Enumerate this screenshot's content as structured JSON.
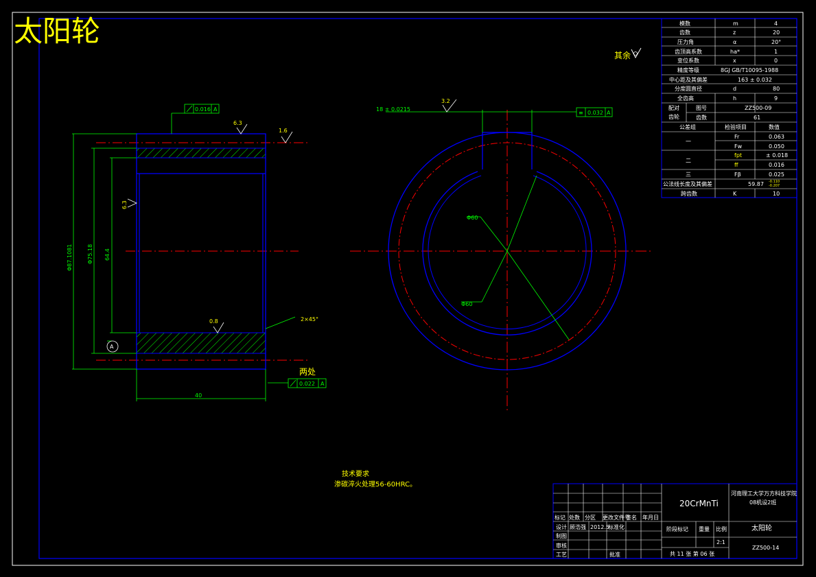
{
  "drawing_title": "太阳轮",
  "other_surfaces": "其余",
  "params": [
    [
      "模数",
      "m",
      "4"
    ],
    [
      "齿数",
      "z",
      "20"
    ],
    [
      "压力角",
      "α",
      "20°"
    ],
    [
      "齿顶高系数",
      "ha*",
      "1"
    ],
    [
      "变位系数",
      "x",
      "0"
    ],
    [
      "精度等级",
      "8GJ GB/T10095-1988",
      ""
    ],
    [
      "中心距及其偏差",
      "",
      "163 ± 0.032"
    ],
    [
      "分度圆直径",
      "d",
      "80"
    ],
    [
      "全齿高",
      "h",
      "9"
    ]
  ],
  "mating": {
    "label1": "配对",
    "label2": "齿轮",
    "fig_label": "图号",
    "fig_value": "ZZ500-09",
    "teeth_label": "齿数",
    "teeth_value": "61"
  },
  "tolerance_head": [
    "公差组",
    "检验项目",
    "数值"
  ],
  "tolerances": [
    [
      "一",
      "Fr",
      "0.063"
    ],
    [
      "",
      "Fw",
      "0.050"
    ],
    [
      "二",
      "fpt",
      "± 0.018"
    ],
    [
      "",
      "ff",
      "0.016"
    ],
    [
      "三",
      "Fβ",
      "0.025"
    ]
  ],
  "common_normal": {
    "label": "公法线长度及其偏差",
    "value": "59.87",
    "dev_up": "-0.110",
    "dev_low": "-0.207"
  },
  "span_teeth": {
    "label": "跨齿数",
    "sym": "K",
    "value": "10"
  },
  "side_view": {
    "gdt_top": "0.016",
    "gdt_top_datum": "A",
    "gdt_bottom": "0.022",
    "gdt_bottom_datum": "A",
    "rough_top": "6.3",
    "rough_right": "1.6",
    "rough_left": "6.3",
    "rough_bore": "0.8",
    "chamfer": "2×45°",
    "two_places": "两处",
    "dim_od": "Φ87.1081",
    "dim_root": "Φ75.18",
    "dim_bore": "64.4",
    "dim_width": "40",
    "datum": "A"
  },
  "front_view": {
    "keyway": "18 ± 0.0215",
    "keyway_rough": "3.2",
    "keyway_gdt_sym": "≡",
    "keyway_gdt": "0.032",
    "keyway_gdt_datum": "A",
    "dim_bore": "Φ60",
    "dim_small": "Φ60"
  },
  "tech_req_title": "技术要求",
  "tech_req_body": "渗碳淬火处理56-60HRC。",
  "title_block": {
    "material": "20CrMnTi",
    "school": "河南理工大学万方科技学院",
    "class_name": "08机设2班",
    "part_name": "太阳轮",
    "drawing_no": "ZZ500-14",
    "scale": "2:1",
    "sheets": "共 11 张  第 06 张",
    "row_labels": [
      "标记",
      "处数",
      "分区",
      "更改文件号",
      "签名",
      "年月日"
    ],
    "design": "设计",
    "designer": "顾浩强",
    "date": "2012.5",
    "std": "标准化",
    "draw": "制图",
    "review": "审核",
    "process": "工艺",
    "approve": "批准",
    "stage": "阶段标记",
    "weight": "重量",
    "ratio": "比例"
  },
  "colors": {
    "frame": "#0000ff",
    "text": "#ffffff",
    "note": "#ffff00",
    "dim": "#00ff00",
    "center": "#ff0000"
  }
}
